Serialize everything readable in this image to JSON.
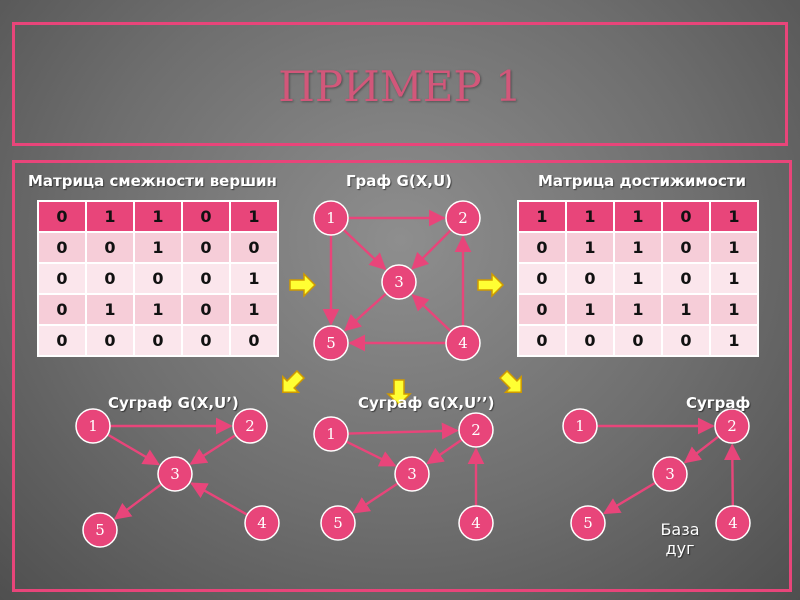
{
  "title": "ПРИМЕР 1",
  "labels": {
    "adjacency": "Матрица смежности вершин",
    "graph": "Граф G(X,U)",
    "reachability": "Матрица достижимости",
    "sub1": "Суграф   G(X,U’)",
    "sub2": "Суграф   G(X,U’’)",
    "sub3": "Суграф",
    "base": "База дуг"
  },
  "adjacency_matrix": [
    [
      "0",
      "1",
      "1",
      "0",
      "1"
    ],
    [
      "0",
      "0",
      "1",
      "0",
      "0"
    ],
    [
      "0",
      "0",
      "0",
      "0",
      "1"
    ],
    [
      "0",
      "1",
      "1",
      "0",
      "1"
    ],
    [
      "0",
      "0",
      "0",
      "0",
      "0"
    ]
  ],
  "reachability_matrix": [
    [
      "1",
      "1",
      "1",
      "0",
      "1"
    ],
    [
      "0",
      "1",
      "1",
      "0",
      "1"
    ],
    [
      "0",
      "0",
      "1",
      "0",
      "1"
    ],
    [
      "0",
      "1",
      "1",
      "1",
      "1"
    ],
    [
      "0",
      "0",
      "0",
      "0",
      "1"
    ]
  ],
  "colors": {
    "accent": "#e8457a",
    "arrow": "#ffff33"
  },
  "graphs": {
    "main": {
      "nodes": [
        {
          "id": "1",
          "label": "1"
        },
        {
          "id": "2",
          "label": "2"
        },
        {
          "id": "3",
          "label": "3"
        },
        {
          "id": "4",
          "label": "4"
        },
        {
          "id": "5",
          "label": "5"
        }
      ],
      "edges": [
        [
          "1",
          "2"
        ],
        [
          "1",
          "3"
        ],
        [
          "1",
          "5"
        ],
        [
          "2",
          "3"
        ],
        [
          "3",
          "5"
        ],
        [
          "4",
          "2"
        ],
        [
          "4",
          "3"
        ],
        [
          "4",
          "5"
        ]
      ]
    },
    "sub1": {
      "nodes": [
        {
          "id": "1",
          "label": "1"
        },
        {
          "id": "2",
          "label": "2"
        },
        {
          "id": "3",
          "label": "3"
        },
        {
          "id": "4",
          "label": "4"
        },
        {
          "id": "5",
          "label": "5"
        }
      ],
      "edges": [
        [
          "1",
          "2"
        ],
        [
          "1",
          "3"
        ],
        [
          "2",
          "3"
        ],
        [
          "3",
          "5"
        ],
        [
          "4",
          "3"
        ]
      ]
    },
    "sub2": {
      "nodes": [
        {
          "id": "1",
          "label": "1"
        },
        {
          "id": "2",
          "label": "2"
        },
        {
          "id": "3",
          "label": "3"
        },
        {
          "id": "4",
          "label": "4"
        },
        {
          "id": "5",
          "label": "5"
        }
      ],
      "edges": [
        [
          "1",
          "2"
        ],
        [
          "1",
          "3"
        ],
        [
          "2",
          "3"
        ],
        [
          "3",
          "5"
        ],
        [
          "4",
          "2"
        ]
      ]
    },
    "sub3": {
      "nodes": [
        {
          "id": "1",
          "label": "1"
        },
        {
          "id": "2",
          "label": "2"
        },
        {
          "id": "3",
          "label": "3"
        },
        {
          "id": "4",
          "label": "4"
        },
        {
          "id": "5",
          "label": "5"
        }
      ],
      "edges": [
        [
          "1",
          "2"
        ],
        [
          "2",
          "3"
        ],
        [
          "3",
          "5"
        ],
        [
          "4",
          "2"
        ]
      ]
    }
  }
}
